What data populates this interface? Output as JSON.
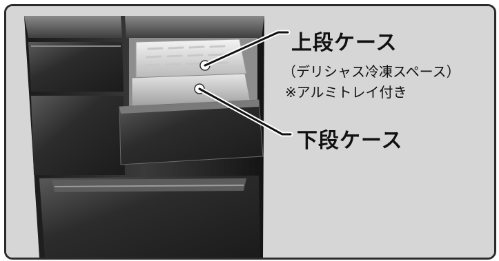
{
  "labels": {
    "upper_case": "上段ケース",
    "upper_case_sub": "（デリシャス冷凍スペース）",
    "upper_case_note": "※アルミトレイ付き",
    "lower_case": "下段ケース"
  },
  "colors": {
    "background": "#d6d6d6",
    "frame_border": "#2b2b2b",
    "text": "#111111"
  }
}
